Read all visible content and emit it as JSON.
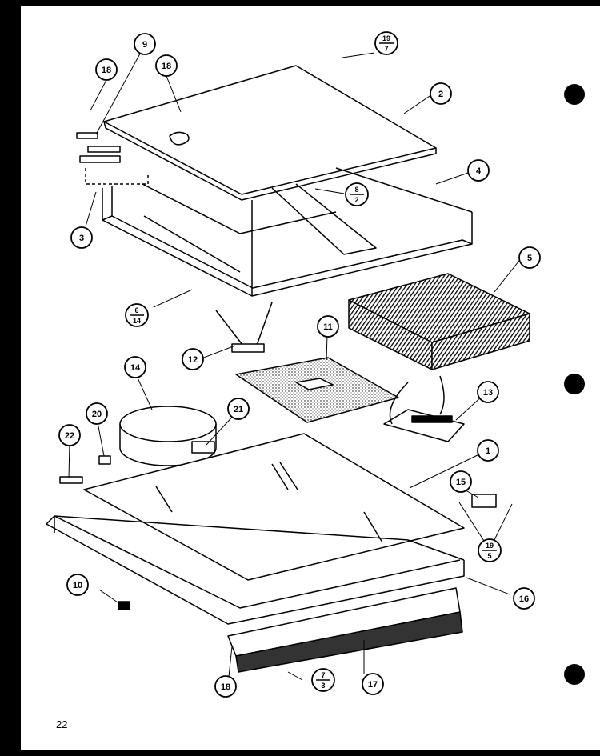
{
  "page_number": "22",
  "callouts": [
    {
      "id": "c-9",
      "text": "9"
    },
    {
      "id": "c-18a",
      "text": "18"
    },
    {
      "id": "c-18b",
      "text": "18"
    },
    {
      "id": "c-2",
      "text": "2"
    },
    {
      "id": "c-4",
      "text": "4"
    },
    {
      "id": "c-3",
      "text": "3"
    },
    {
      "id": "c-5",
      "text": "5"
    },
    {
      "id": "c-11",
      "text": "11"
    },
    {
      "id": "c-12",
      "text": "12"
    },
    {
      "id": "c-14",
      "text": "14"
    },
    {
      "id": "c-13",
      "text": "13"
    },
    {
      "id": "c-20",
      "text": "20"
    },
    {
      "id": "c-21",
      "text": "21"
    },
    {
      "id": "c-22",
      "text": "22"
    },
    {
      "id": "c-1",
      "text": "1"
    },
    {
      "id": "c-15",
      "text": "15"
    },
    {
      "id": "c-10",
      "text": "10"
    },
    {
      "id": "c-16",
      "text": "16"
    },
    {
      "id": "c-17",
      "text": "17"
    },
    {
      "id": "c-18c",
      "text": "18"
    }
  ],
  "fraction_callouts": [
    {
      "id": "f-19-7",
      "top": "19",
      "bottom": "7"
    },
    {
      "id": "f-8-2",
      "top": "8",
      "bottom": "2"
    },
    {
      "id": "f-6-14",
      "top": "6",
      "bottom": "14"
    },
    {
      "id": "f-19-5",
      "top": "19",
      "bottom": "5"
    },
    {
      "id": "f-7-3",
      "top": "7",
      "bottom": "3"
    }
  ]
}
